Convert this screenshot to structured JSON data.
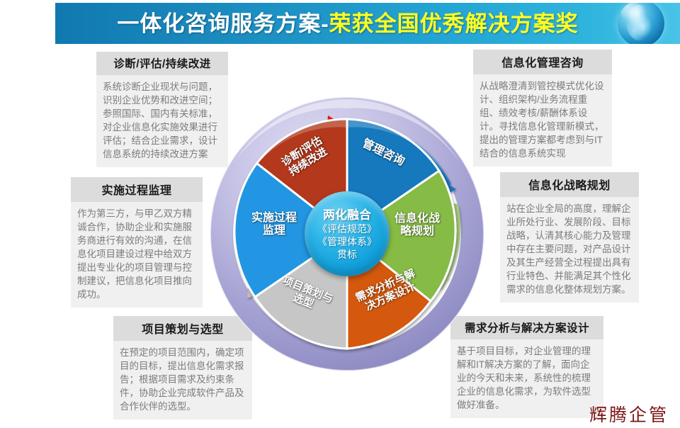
{
  "banner": {
    "title_white": "一体化咨询服务方案-",
    "title_yellow": "荣获全国优秀解决方案奖",
    "globe_icon": "globe-icon",
    "bg_start": "#1079b0",
    "bg_end": "#49c3e6",
    "yellow": "#ffff21"
  },
  "hub": {
    "line1": "两化融合",
    "line2": "《评估规范》",
    "line3": "《管理体系》",
    "line4": "贯标",
    "color": "#12a0da"
  },
  "ring": {
    "color": "#a9a7d6",
    "segments": [
      {
        "key": "diagnosis",
        "label": "诊断/评估\n持续改进",
        "color": "#b3381c",
        "color_light": "#c9502f",
        "arrow_color": "#e8120c"
      },
      {
        "key": "consulting",
        "label": "管理咨询",
        "color": "#1278bd",
        "color_light": "#2a8fd2",
        "arrow_color": "#1f74bd"
      },
      {
        "key": "strategy",
        "label": "信息化战\n略规划",
        "color": "#86bb45",
        "color_light": "#9bcb5b",
        "arrow_color": "#a7cc7d"
      },
      {
        "key": "demand",
        "label": "需求分析与解\n决方案设计",
        "color": "#d4590e",
        "color_light": "#e46f22",
        "arrow_color": "#e4731f"
      },
      {
        "key": "planning",
        "label": "项目策划与\n选型",
        "color": "#c6c6c6",
        "color_light": "#d8d8d8",
        "arrow_color": "#bdbdbd"
      },
      {
        "key": "supervision",
        "label": "实施过程\n监理",
        "color": "#2196e3",
        "color_light": "#3aa8ee",
        "arrow_color": "#29a3ea"
      }
    ]
  },
  "cards": {
    "diagnosis": {
      "title": "诊断/评估/持续改进",
      "body": "系统诊断企业现状与问题，识别企业优势和改进空间；参照国际、国内有关标准，对企业信息化实施效果进行评估；结合企业需求，设计信息系统的持续改进方案"
    },
    "itmgmt": {
      "title": "信息化管理咨询",
      "body": "从战略澄清到管控模式优化设计、组织架构/业务流程重组、绩效考核/薪酬体系设计。寻找信息化管理新模式，提出的管理方案都考虑到与IT结合的信息系统实现"
    },
    "strategy": {
      "title": "信息化战略规划",
      "body": "站在企业全局的高度，理解企业所处行业、发展阶段、目标战略，认清其核心能力及管理中存在主要问题，对产品设计及其生产经营全过程提出具有行业特色、并能满足其个性化需求的信息化整体规划方案。"
    },
    "demand": {
      "title": "需求分析与解决方案设计",
      "body": "基于项目目标，对企业管理的理解和IT解决方案的了解，面向企业的今天和未来，系统性的梳理企业的信息化需求，为软件选型做好准备。"
    },
    "planning": {
      "title": "项目策划与选型",
      "body": "在预定的项目范围内，确定项目的目标，提出信息化需求报告；根据项目需求及约束条件，协助企业完成软件产品及合作伙伴的选型。"
    },
    "supervision": {
      "title": "实施过程监理",
      "body": "作为第三方，与甲乙双方精诚合作，协助企业和实施服务商进行有效的沟通，在信息化项目建设过程中给双方提出专业化的项目管理与控制建议，把信息化项目推向成功。"
    }
  },
  "watermark": "辉腾企管"
}
